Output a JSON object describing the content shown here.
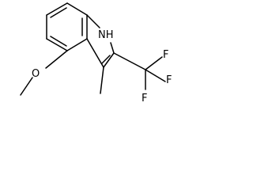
{
  "molecule": {
    "atoms": {
      "nh": "NH",
      "methoxy_o": "O",
      "f_top": "F",
      "f_right": "F",
      "f_bottom": "F"
    }
  },
  "colors": {
    "bond": "#000000",
    "text": "#000000",
    "background": "#ffffff"
  }
}
